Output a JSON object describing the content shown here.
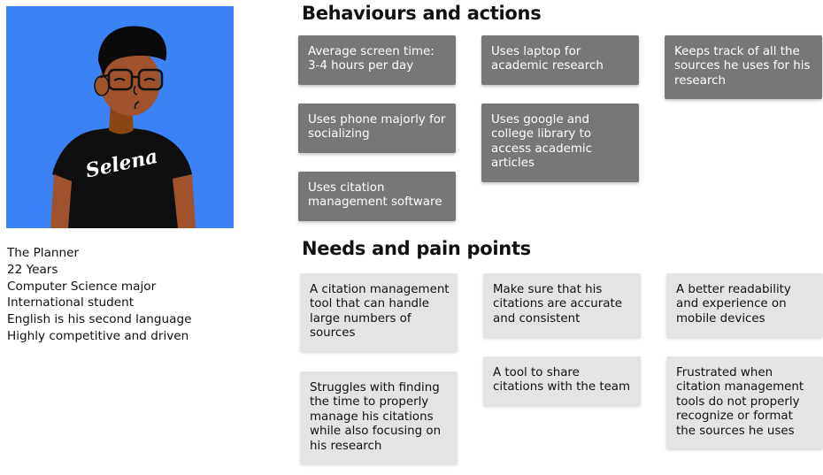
{
  "persona": {
    "shirt_text": "Selena",
    "avatar_bg": "#3b82f6",
    "lines": [
      "The Planner",
      "22 Years",
      "Computer Science major",
      "International student",
      "English is his second language",
      "Highly competitive and driven"
    ]
  },
  "behaviours": {
    "title": "Behaviours and actions",
    "card_color": "#777777",
    "cards": [
      "Average screen time: 3-4 hours per day",
      "Uses laptop for academic research",
      "Keeps track of all the sources he uses for his research",
      "Uses phone majorly for socializing",
      "Uses google and college library to access academic articles",
      "Uses citation management software"
    ]
  },
  "needs": {
    "title": "Needs and pain points",
    "card_color": "#e4e4e4",
    "cards": [
      "A citation management tool that can handle large numbers of sources",
      "Make sure that his citations are accurate and consistent",
      "A better readability and experience on mobile devices",
      "Struggles with finding the time to properly manage his citations while also focusing on his research",
      "A tool to share citations with the team",
      "Frustrated when citation management tools do not properly recognize or format the sources he uses"
    ]
  }
}
